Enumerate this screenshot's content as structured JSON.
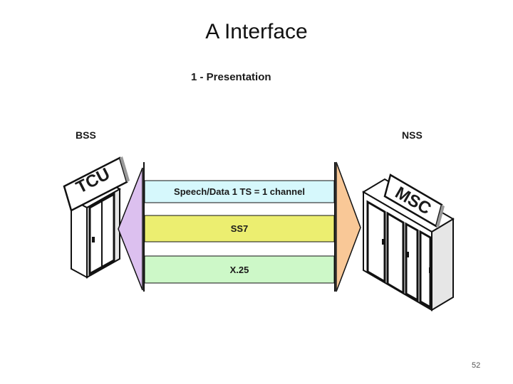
{
  "slide": {
    "title": "A Interface",
    "subtitle": "1 - Presentation",
    "page_number": "52"
  },
  "diagram": {
    "left_side": "BSS",
    "right_side": "NSS",
    "left_equipment": "TCU",
    "right_equipment": "MSC",
    "bands": [
      {
        "label": "Speech/Data 1 TS = 1 channel",
        "color": "#d6f8fc"
      },
      {
        "label": "SS7",
        "color": "#ecee70"
      },
      {
        "label": "X.25",
        "color": "#cdf8c8"
      }
    ],
    "arrow_colors": {
      "left": "#dcc0ef",
      "right": "#f9c897"
    }
  }
}
